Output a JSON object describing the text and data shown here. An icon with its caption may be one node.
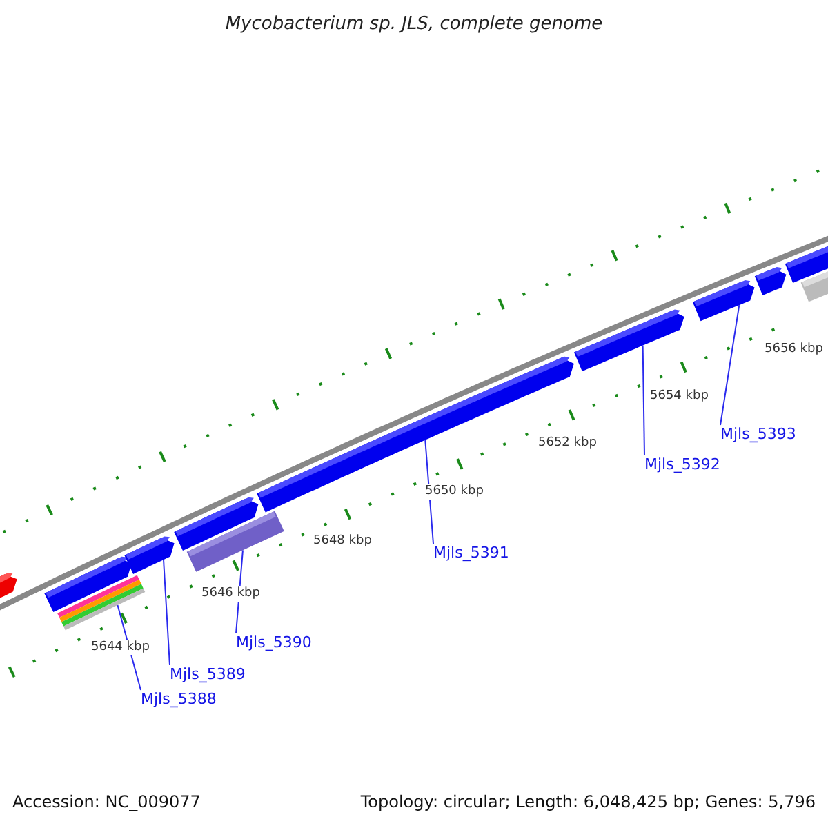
{
  "diagram": {
    "title": "Mycobacterium sp. JLS, complete genome",
    "nodes": [
      {
        "text": [],
        "shape": "arrow"
      },
      {
        "text": [],
        "shape": "arrow"
      },
      {
        "text": [],
        "shape": "bar"
      },
      {
        "text": [],
        "shape": "bar"
      },
      {
        "text": [],
        "shape": "bar"
      },
      {
        "text": [],
        "shape": "bar"
      },
      {
        "text": [],
        "shape": "arrow"
      },
      {
        "text": [],
        "shape": "arrow"
      },
      {
        "text": [],
        "shape": "bar"
      },
      {
        "text": [],
        "shape": "arrow"
      },
      {
        "text": [],
        "shape": "arrow"
      },
      {
        "text": [],
        "shape": "arrow"
      },
      {
        "text": [],
        "shape": "arrow"
      },
      {
        "text": [],
        "shape": "arrow"
      },
      {
        "text": [],
        "shape": "bar"
      },
      {
        "text": [
          "Mjls_5393"
        ]
      },
      {
        "text": [
          "Mjls_5392"
        ]
      },
      {
        "text": [
          "Mjls_5391"
        ]
      },
      {
        "text": [
          "Mjls_5390"
        ]
      },
      {
        "text": [
          "Mjls_5389"
        ]
      },
      {
        "text": [
          "Mjls_5388"
        ]
      }
    ],
    "edges": [
      {
        "from": 15,
        "to": 11,
        "arrow": "none"
      },
      {
        "from": 16,
        "to": 10,
        "arrow": "none"
      },
      {
        "from": 17,
        "to": 9,
        "arrow": "none"
      },
      {
        "from": 18,
        "to": 8,
        "arrow": "none"
      },
      {
        "from": 19,
        "to": 6,
        "arrow": "none"
      },
      {
        "from": 20,
        "to": 5,
        "arrow": "none"
      }
    ],
    "labels": [
      "5656 kbp",
      "5654 kbp",
      "5652 kbp",
      "5650 kbp",
      "5648 kbp",
      "5646 kbp",
      "5644 kbp",
      "Accession: NC_009077",
      "Topology: circular; Length: 6,048,425 bp; Genes: 5,796"
    ]
  }
}
